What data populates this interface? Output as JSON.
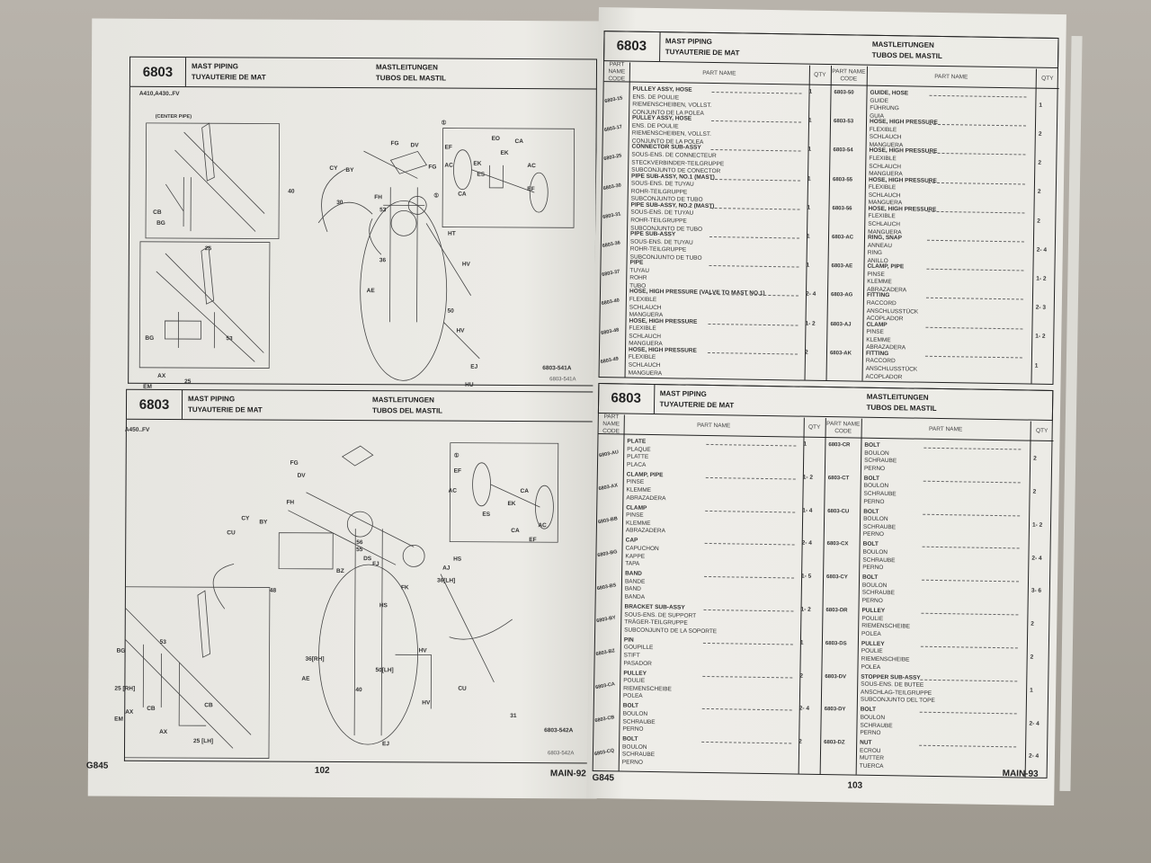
{
  "left_page": {
    "sections": [
      {
        "code": "6803",
        "title_en": "MAST PIPING",
        "title_fr": "TUYAUTERIE DE MAT",
        "title_de": "MASTLEITUNGEN",
        "title_es": "TUBOS DEL MASTIL",
        "model": "A410,A430..FV",
        "inset_title": "(CENTER PIPE)",
        "fig_ref": "6803-541A",
        "fig_ref_small": "6803-541A",
        "callouts": [
          "CY",
          "BY",
          "FG",
          "DV",
          "FG",
          "EF",
          "AC",
          "CA",
          "EK",
          "ES",
          "EO",
          "CA",
          "EK",
          "AC",
          "EF",
          "40",
          "30",
          "FH",
          "53",
          "50",
          "HT",
          "HV",
          "AE",
          "HV",
          "EJ",
          "HU",
          "EM",
          "AX",
          "BG",
          "CB",
          "BG",
          "25",
          "53",
          "25",
          "36",
          "①",
          "①"
        ]
      },
      {
        "code": "6803",
        "title_en": "MAST PIPING",
        "title_fr": "TUYAUTERIE DE MAT",
        "title_de": "MASTLEITUNGEN",
        "title_es": "TUBOS DEL MASTIL",
        "model": "A450..FV",
        "fig_ref": "6803-542A",
        "fig_ref_small": "6803-542A",
        "callouts": [
          "FG",
          "DV",
          "CY",
          "BY",
          "FH",
          "CU",
          "48",
          "EF",
          "AC",
          "CA",
          "EK",
          "ES",
          "CA",
          "AC",
          "EF",
          "BZ",
          "56",
          "55",
          "DS",
          "FJ",
          "FK",
          "AJ",
          "HS",
          "36[LH]",
          "HS",
          "36[RH]",
          "50[LH]",
          "HV",
          "AE",
          "40",
          "CU",
          "HV",
          "31",
          "EJ",
          "BG",
          "25 [RH]",
          "EM",
          "AX",
          "CB",
          "CB",
          "25 [LH]",
          "AX",
          "53",
          "①"
        ]
      }
    ],
    "footer": {
      "model": "G845",
      "page": "102",
      "main": "MAIN-92"
    }
  },
  "right_page": {
    "tables": [
      {
        "code": "6803",
        "title_en": "MAST PIPING",
        "title_fr": "TUYAUTERIE DE MAT",
        "title_de": "MASTLEITUNGEN",
        "title_es": "TUBOS DEL MASTIL",
        "headers": {
          "code": "PART NAME CODE",
          "name": "PART NAME",
          "qty": "QTY"
        },
        "left": [
          {
            "code": "6803-15",
            "names": [
              "PULLEY ASSY, HOSE",
              "ENS. DE POULIE",
              "RIEMENSCHEIBEN, VOLLST.",
              "CONJUNTO DE LA POLEA"
            ],
            "qty": "1"
          },
          {
            "code": "6803-17",
            "names": [
              "PULLEY ASSY, HOSE",
              "ENS. DE POULIE",
              "RIEMENSCHEIBEN, VOLLST.",
              "CONJUNTO DE LA POLEA"
            ],
            "qty": "1"
          },
          {
            "code": "6803-25",
            "names": [
              "CONNECTOR SUB-ASSY",
              "SOUS-ENS. DE CONNECTEUR",
              "STECKVERBINDER-TEILGRUPPE",
              "SUBCONJUNTO DE CONECTOR"
            ],
            "qty": "1"
          },
          {
            "code": "6803-30",
            "names": [
              "PIPE SUB-ASSY, NO.1 (MAST)",
              "SOUS-ENS. DE TUYAU",
              "ROHR-TEILGRUPPE",
              "SUBCONJUNTO DE TUBO"
            ],
            "qty": "1"
          },
          {
            "code": "6803-31",
            "names": [
              "PIPE SUB-ASSY, NO.2 (MAST)",
              "SOUS-ENS. DE TUYAU",
              "ROHR-TEILGRUPPE",
              "SUBCONJUNTO DE TUBO"
            ],
            "qty": "1"
          },
          {
            "code": "6803-36",
            "names": [
              "PIPE SUB-ASSY",
              "SOUS-ENS. DE TUYAU",
              "ROHR-TEILGRUPPE",
              "SUBCONJUNTO DE TUBO"
            ],
            "qty": "1"
          },
          {
            "code": "6803-37",
            "names": [
              "PIPE",
              "TUYAU",
              "ROHR",
              "TUBO"
            ],
            "qty": "1"
          },
          {
            "code": "6803-40",
            "names": [
              "HOSE, HIGH PRESSURE (VALVE TO MAST NO.1)",
              "FLEXIBLE",
              "SCHLAUCH",
              "MANGUERA"
            ],
            "qty": "2- 4"
          },
          {
            "code": "6803-48",
            "names": [
              "HOSE, HIGH PRESSURE",
              "FLEXIBLE",
              "SCHLAUCH",
              "MANGUERA"
            ],
            "qty": "1- 2"
          },
          {
            "code": "6803-49",
            "names": [
              "HOSE, HIGH PRESSURE",
              "FLEXIBLE",
              "SCHLAUCH",
              "MANGUERA"
            ],
            "qty": "2"
          }
        ],
        "right": [
          {
            "code": "6803-50",
            "names": [
              "GUIDE, HOSE",
              "GUIDE",
              "FÜHRUNG",
              "GUIA"
            ],
            "qty": "1"
          },
          {
            "code": "6803-53",
            "names": [
              "HOSE, HIGH PRESSURE",
              "FLEXIBLE",
              "SCHLAUCH",
              "MANGUERA"
            ],
            "qty": "2"
          },
          {
            "code": "6803-54",
            "names": [
              "HOSE, HIGH PRESSURE",
              "FLEXIBLE",
              "SCHLAUCH",
              "MANGUERA"
            ],
            "qty": "2"
          },
          {
            "code": "6803-55",
            "names": [
              "HOSE, HIGH PRESSURE",
              "FLEXIBLE",
              "SCHLAUCH",
              "MANGUERA"
            ],
            "qty": "2"
          },
          {
            "code": "6803-56",
            "names": [
              "HOSE, HIGH PRESSURE",
              "FLEXIBLE",
              "SCHLAUCH",
              "MANGUERA"
            ],
            "qty": "2"
          },
          {
            "code": "6803-AC",
            "names": [
              "RING, SNAP",
              "ANNEAU",
              "RING",
              "ANILLO"
            ],
            "qty": "2- 4"
          },
          {
            "code": "6803-AE",
            "names": [
              "CLAMP, PIPE",
              "PINSE",
              "KLEMME",
              "ABRAZADERA"
            ],
            "qty": "1- 2"
          },
          {
            "code": "6803-AG",
            "names": [
              "FITTING",
              "RACCORD",
              "ANSCHLUSSTÜCK",
              "ACOPLADOR"
            ],
            "qty": "2- 3"
          },
          {
            "code": "6803-AJ",
            "names": [
              "CLAMP",
              "PINSE",
              "KLEMME",
              "ABRAZADERA"
            ],
            "qty": "1- 2"
          },
          {
            "code": "6803-AK",
            "names": [
              "FITTING",
              "RACCORD",
              "ANSCHLUSSTÜCK",
              "ACOPLADOR"
            ],
            "qty": "1"
          }
        ]
      },
      {
        "code": "6803",
        "title_en": "MAST PIPING",
        "title_fr": "TUYAUTERIE DE MAT",
        "title_de": "MASTLEITUNGEN",
        "title_es": "TUBOS DEL MASTIL",
        "headers": {
          "code": "PART NAME CODE",
          "name": "PART NAME",
          "qty": "QTY"
        },
        "left": [
          {
            "code": "6803-AU",
            "names": [
              "PLATE",
              "PLAQUE",
              "PLATTE",
              "PLACA"
            ],
            "qty": "1"
          },
          {
            "code": "6803-AX",
            "names": [
              "CLAMP, PIPE",
              "PINSE",
              "KLEMME",
              "ABRAZADERA"
            ],
            "qty": "1- 2"
          },
          {
            "code": "6803-BB",
            "names": [
              "CLAMP",
              "PINSE",
              "KLEMME",
              "ABRAZADERA"
            ],
            "qty": "1- 4"
          },
          {
            "code": "6803-BG",
            "names": [
              "CAP",
              "CAPUCHON",
              "KAPPE",
              "TAPA"
            ],
            "qty": "2- 4"
          },
          {
            "code": "6803-BS",
            "names": [
              "BAND",
              "BANDE",
              "BAND",
              "BANDA"
            ],
            "qty": "1- 5"
          },
          {
            "code": "6803-BY",
            "names": [
              "BRACKET SUB-ASSY",
              "SOUS-ENS. DE SUPPORT",
              "TRÄGER-TEILGRUPPE",
              "SUBCONJUNTO DE LA SOPORTE"
            ],
            "qty": "1- 2"
          },
          {
            "code": "6803-BZ",
            "names": [
              "PIN",
              "GOUPILLE",
              "STIFT",
              "PASADOR"
            ],
            "qty": "1"
          },
          {
            "code": "6803-CA",
            "names": [
              "PULLEY",
              "POULIE",
              "RIEMENSCHEIBE",
              "POLEA"
            ],
            "qty": "2"
          },
          {
            "code": "6803-CB",
            "names": [
              "BOLT",
              "BOULON",
              "SCHRAUBE",
              "PERNO"
            ],
            "qty": "2- 4"
          },
          {
            "code": "6803-CQ",
            "names": [
              "BOLT",
              "BOULON",
              "SCHRAUBE",
              "PERNO"
            ],
            "qty": "2"
          }
        ],
        "right": [
          {
            "code": "6803-CR",
            "names": [
              "BOLT",
              "BOULON",
              "SCHRAUBE",
              "PERNO"
            ],
            "qty": "2"
          },
          {
            "code": "6803-CT",
            "names": [
              "BOLT",
              "BOULON",
              "SCHRAUBE",
              "PERNO"
            ],
            "qty": "2"
          },
          {
            "code": "6803-CU",
            "names": [
              "BOLT",
              "BOULON",
              "SCHRAUBE",
              "PERNO"
            ],
            "qty": "1- 2"
          },
          {
            "code": "6803-CX",
            "names": [
              "BOLT",
              "BOULON",
              "SCHRAUBE",
              "PERNO"
            ],
            "qty": "2- 4"
          },
          {
            "code": "6803-CY",
            "names": [
              "BOLT",
              "BOULON",
              "SCHRAUBE",
              "PERNO"
            ],
            "qty": "3- 6"
          },
          {
            "code": "6803-DR",
            "names": [
              "PULLEY",
              "POULIE",
              "RIEMENSCHEIBE",
              "POLEA"
            ],
            "qty": "2"
          },
          {
            "code": "6803-DS",
            "names": [
              "PULLEY",
              "POULIE",
              "RIEMENSCHEIBE",
              "POLEA"
            ],
            "qty": "2"
          },
          {
            "code": "6803-DV",
            "names": [
              "STOPPER SUB-ASSY",
              "SOUS-ENS. DE BUTEE",
              "ANSCHLAG-TEILGRUPPE",
              "SUBCONJUNTO DEL TOPE"
            ],
            "qty": "1"
          },
          {
            "code": "6803-DY",
            "names": [
              "BOLT",
              "BOULON",
              "SCHRAUBE",
              "PERNO"
            ],
            "qty": "2- 4"
          },
          {
            "code": "6803-DZ",
            "names": [
              "NUT",
              "ECROU",
              "MUTTER",
              "TUERCA"
            ],
            "qty": "2- 4"
          }
        ]
      }
    ],
    "footer": {
      "model": "G845",
      "page": "103",
      "main": "MAIN-93"
    }
  }
}
